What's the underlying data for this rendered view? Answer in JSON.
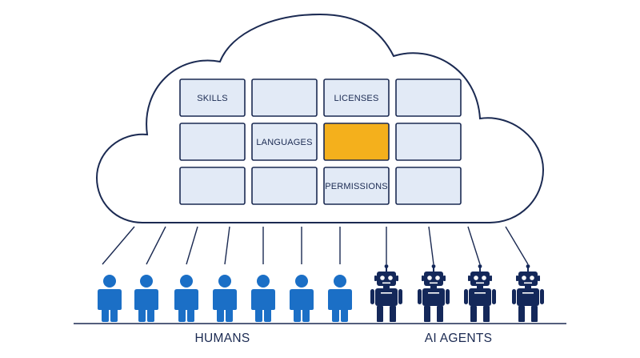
{
  "grid": {
    "rows": [
      [
        {
          "label": "SKILLS",
          "highlight": false
        },
        {
          "label": "",
          "highlight": false
        },
        {
          "label": "LICENSES",
          "highlight": false
        },
        {
          "label": "",
          "highlight": false
        }
      ],
      [
        {
          "label": "",
          "highlight": false
        },
        {
          "label": "LANGUAGES",
          "highlight": false
        },
        {
          "label": "",
          "highlight": true
        },
        {
          "label": "",
          "highlight": false
        }
      ],
      [
        {
          "label": "",
          "highlight": false
        },
        {
          "label": "",
          "highlight": false
        },
        {
          "label": "PERMISSIONS",
          "highlight": false
        },
        {
          "label": "",
          "highlight": false
        }
      ]
    ]
  },
  "groups": {
    "humans": {
      "label": "HUMANS",
      "count": 7,
      "color": "#1b6fc6"
    },
    "agents": {
      "label": "AI AGENTS",
      "count": 4,
      "color": "#14285a"
    }
  },
  "colors": {
    "outline": "#1b2a52",
    "cell_fill": "#e2eaf6",
    "highlight": "#f4b01c"
  },
  "icons": {
    "human": "person-icon",
    "agent": "robot-icon"
  }
}
